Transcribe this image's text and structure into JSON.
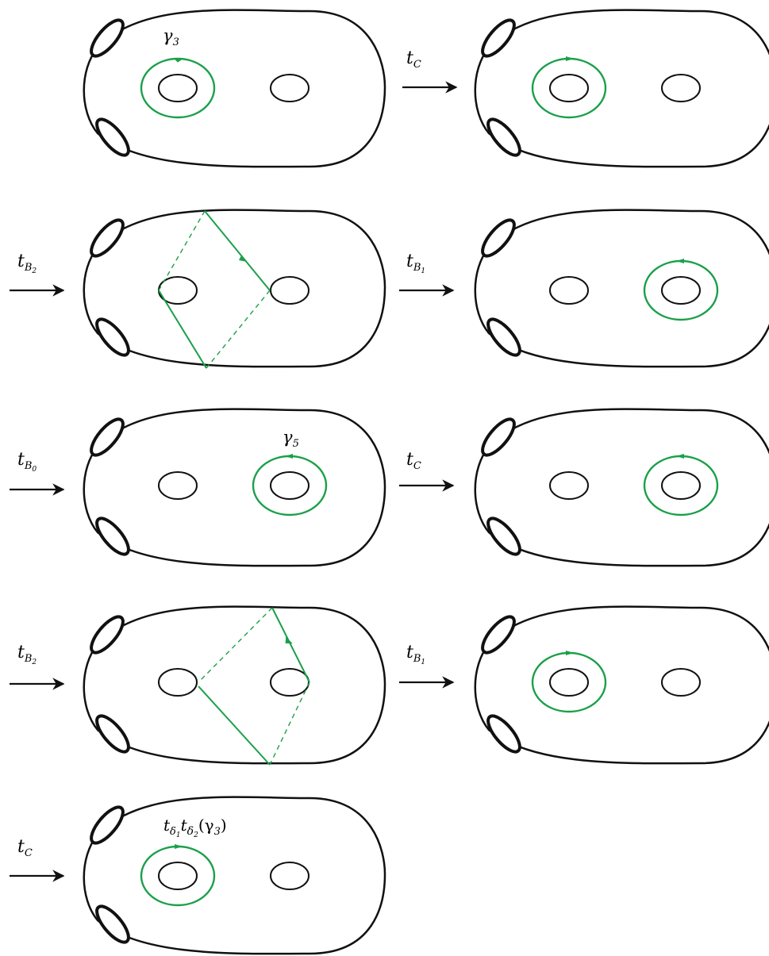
{
  "colors": {
    "curve": "#1aa04a",
    "outline": "#111111"
  },
  "labels": {
    "gamma3": "γ",
    "gamma3_sub": "3",
    "gamma5": "γ",
    "gamma5_sub": "5",
    "final_t1": "t",
    "final_d1": "δ",
    "final_one": "1",
    "final_t2": "t",
    "final_d2": "δ",
    "final_two": "2",
    "final_tail": "(γ",
    "final_three": "3",
    "final_close": ")"
  },
  "arrows": [
    {
      "t": "t",
      "sub": "C"
    },
    {
      "t": "t",
      "sub": "B",
      "subsub": "2"
    },
    {
      "t": "t",
      "sub": "B",
      "subsub": "1"
    },
    {
      "t": "t",
      "sub": "B",
      "subsub": "0"
    },
    {
      "t": "t",
      "sub": "C"
    },
    {
      "t": "t",
      "sub": "B",
      "subsub": "2"
    },
    {
      "t": "t",
      "sub": "B",
      "subsub": "1"
    },
    {
      "t": "t",
      "sub": "C"
    }
  ]
}
